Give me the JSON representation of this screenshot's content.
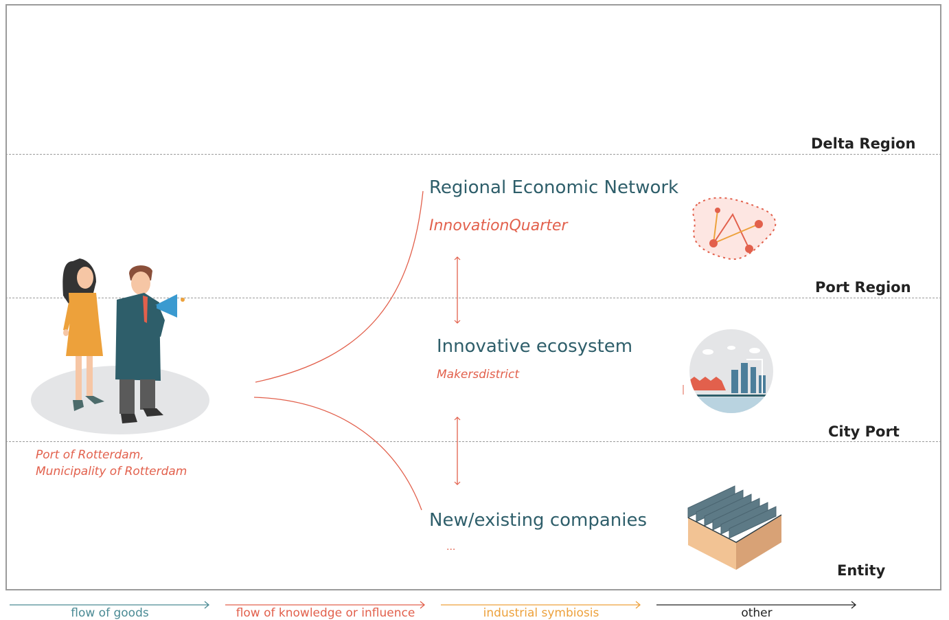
{
  "zones": [
    {
      "label": "Delta Region"
    },
    {
      "label": "Port Region"
    },
    {
      "label": "City Port"
    },
    {
      "label": "Entity"
    }
  ],
  "actor": {
    "lines": [
      "Port of Rotterdam,",
      "Municipality of Rotterdam"
    ]
  },
  "nodes": [
    {
      "title": "Regional Economic Network",
      "subtitle": "InnovationQuarter",
      "icon": "network-icon"
    },
    {
      "title": "Innovative ecosystem",
      "subtitle": "Makersdistrict",
      "icon": "city-port-icon"
    },
    {
      "title": "New/existing companies",
      "subtitle": "...",
      "icon": "factory-icon"
    }
  ],
  "legend": [
    {
      "label": "flow of goods",
      "color": "#4a8a94"
    },
    {
      "label": "flow of knowledge or influence",
      "color": "#e2604c"
    },
    {
      "label": "industrial symbiosis",
      "color": "#eda13b"
    },
    {
      "label": "other",
      "color": "#222222"
    }
  ],
  "colors": {
    "accent": "#e2604c",
    "teal": "#2e5e6a",
    "orange": "#eda13b",
    "frame": "#9a9a9a"
  }
}
